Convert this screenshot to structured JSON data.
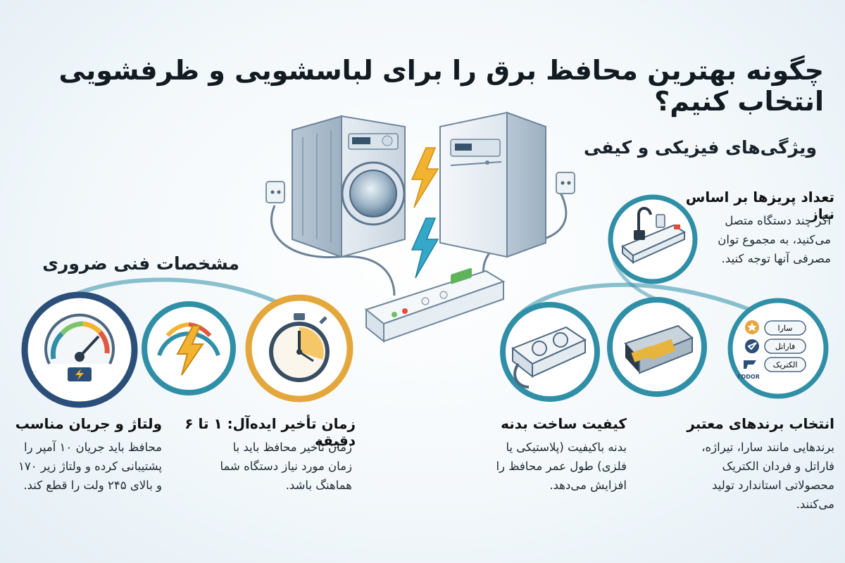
{
  "title": "چگونه بهترین محافظ برق را برای لباسشویی و ظرفشویی انتخاب کنیم؟",
  "sections": {
    "physical": "ویژگی‌های فیزیکی و کیفی",
    "technical": "مشخصات فنی ضروری"
  },
  "outlets": {
    "title": "تعداد پریزها بر اساس نیاز",
    "text": "اگر چند دستگاه متصل می‌کنید، به مجموع توان مصرفی آنها توجه کنید."
  },
  "voltage": {
    "title": "ولتاژ و جریان مناسب",
    "text": "محافظ باید جریان ۱۰ آمپر را پشتیبانی کرده و ولتاژ زیر ۱۷۰ و بالای ۲۴۵ ولت را قطع کند."
  },
  "delay": {
    "title": "زمان تأخیر ایده‌آل: ۱ تا ۶ دقیقه",
    "text": "زمان تأخیر محافظ باید با زمان مورد نیاز دستگاه شما هماهنگ باشد."
  },
  "build": {
    "title": "کیفیت ساخت بدنه",
    "text": "بدنه باکیفیت (پلاستیکی یا فلزی) طول عمر محافظ را افزایش می‌دهد."
  },
  "brands": {
    "title": "انتخاب برندهای معتبر",
    "text": "برندهایی مانند سارا، تیراژه، فاراتل و فردان الکتریک محصولاتی استاندارد تولید می‌کنند.",
    "logos": [
      "سارا",
      "فاراتل",
      "الکتریک"
    ],
    "fdor": "FDDOR"
  },
  "colors": {
    "teal": "#2f8fa7",
    "navy": "#2b4f78",
    "gold": "#e3a73b",
    "bolt": "#f2b430"
  },
  "icons": [
    "washing-machine-icon",
    "dishwasher-icon",
    "power-strip-icon",
    "lightning-icon",
    "gauge-icon",
    "stopwatch-icon",
    "socket-icon",
    "cable-icon",
    "brand-badge-icon"
  ]
}
